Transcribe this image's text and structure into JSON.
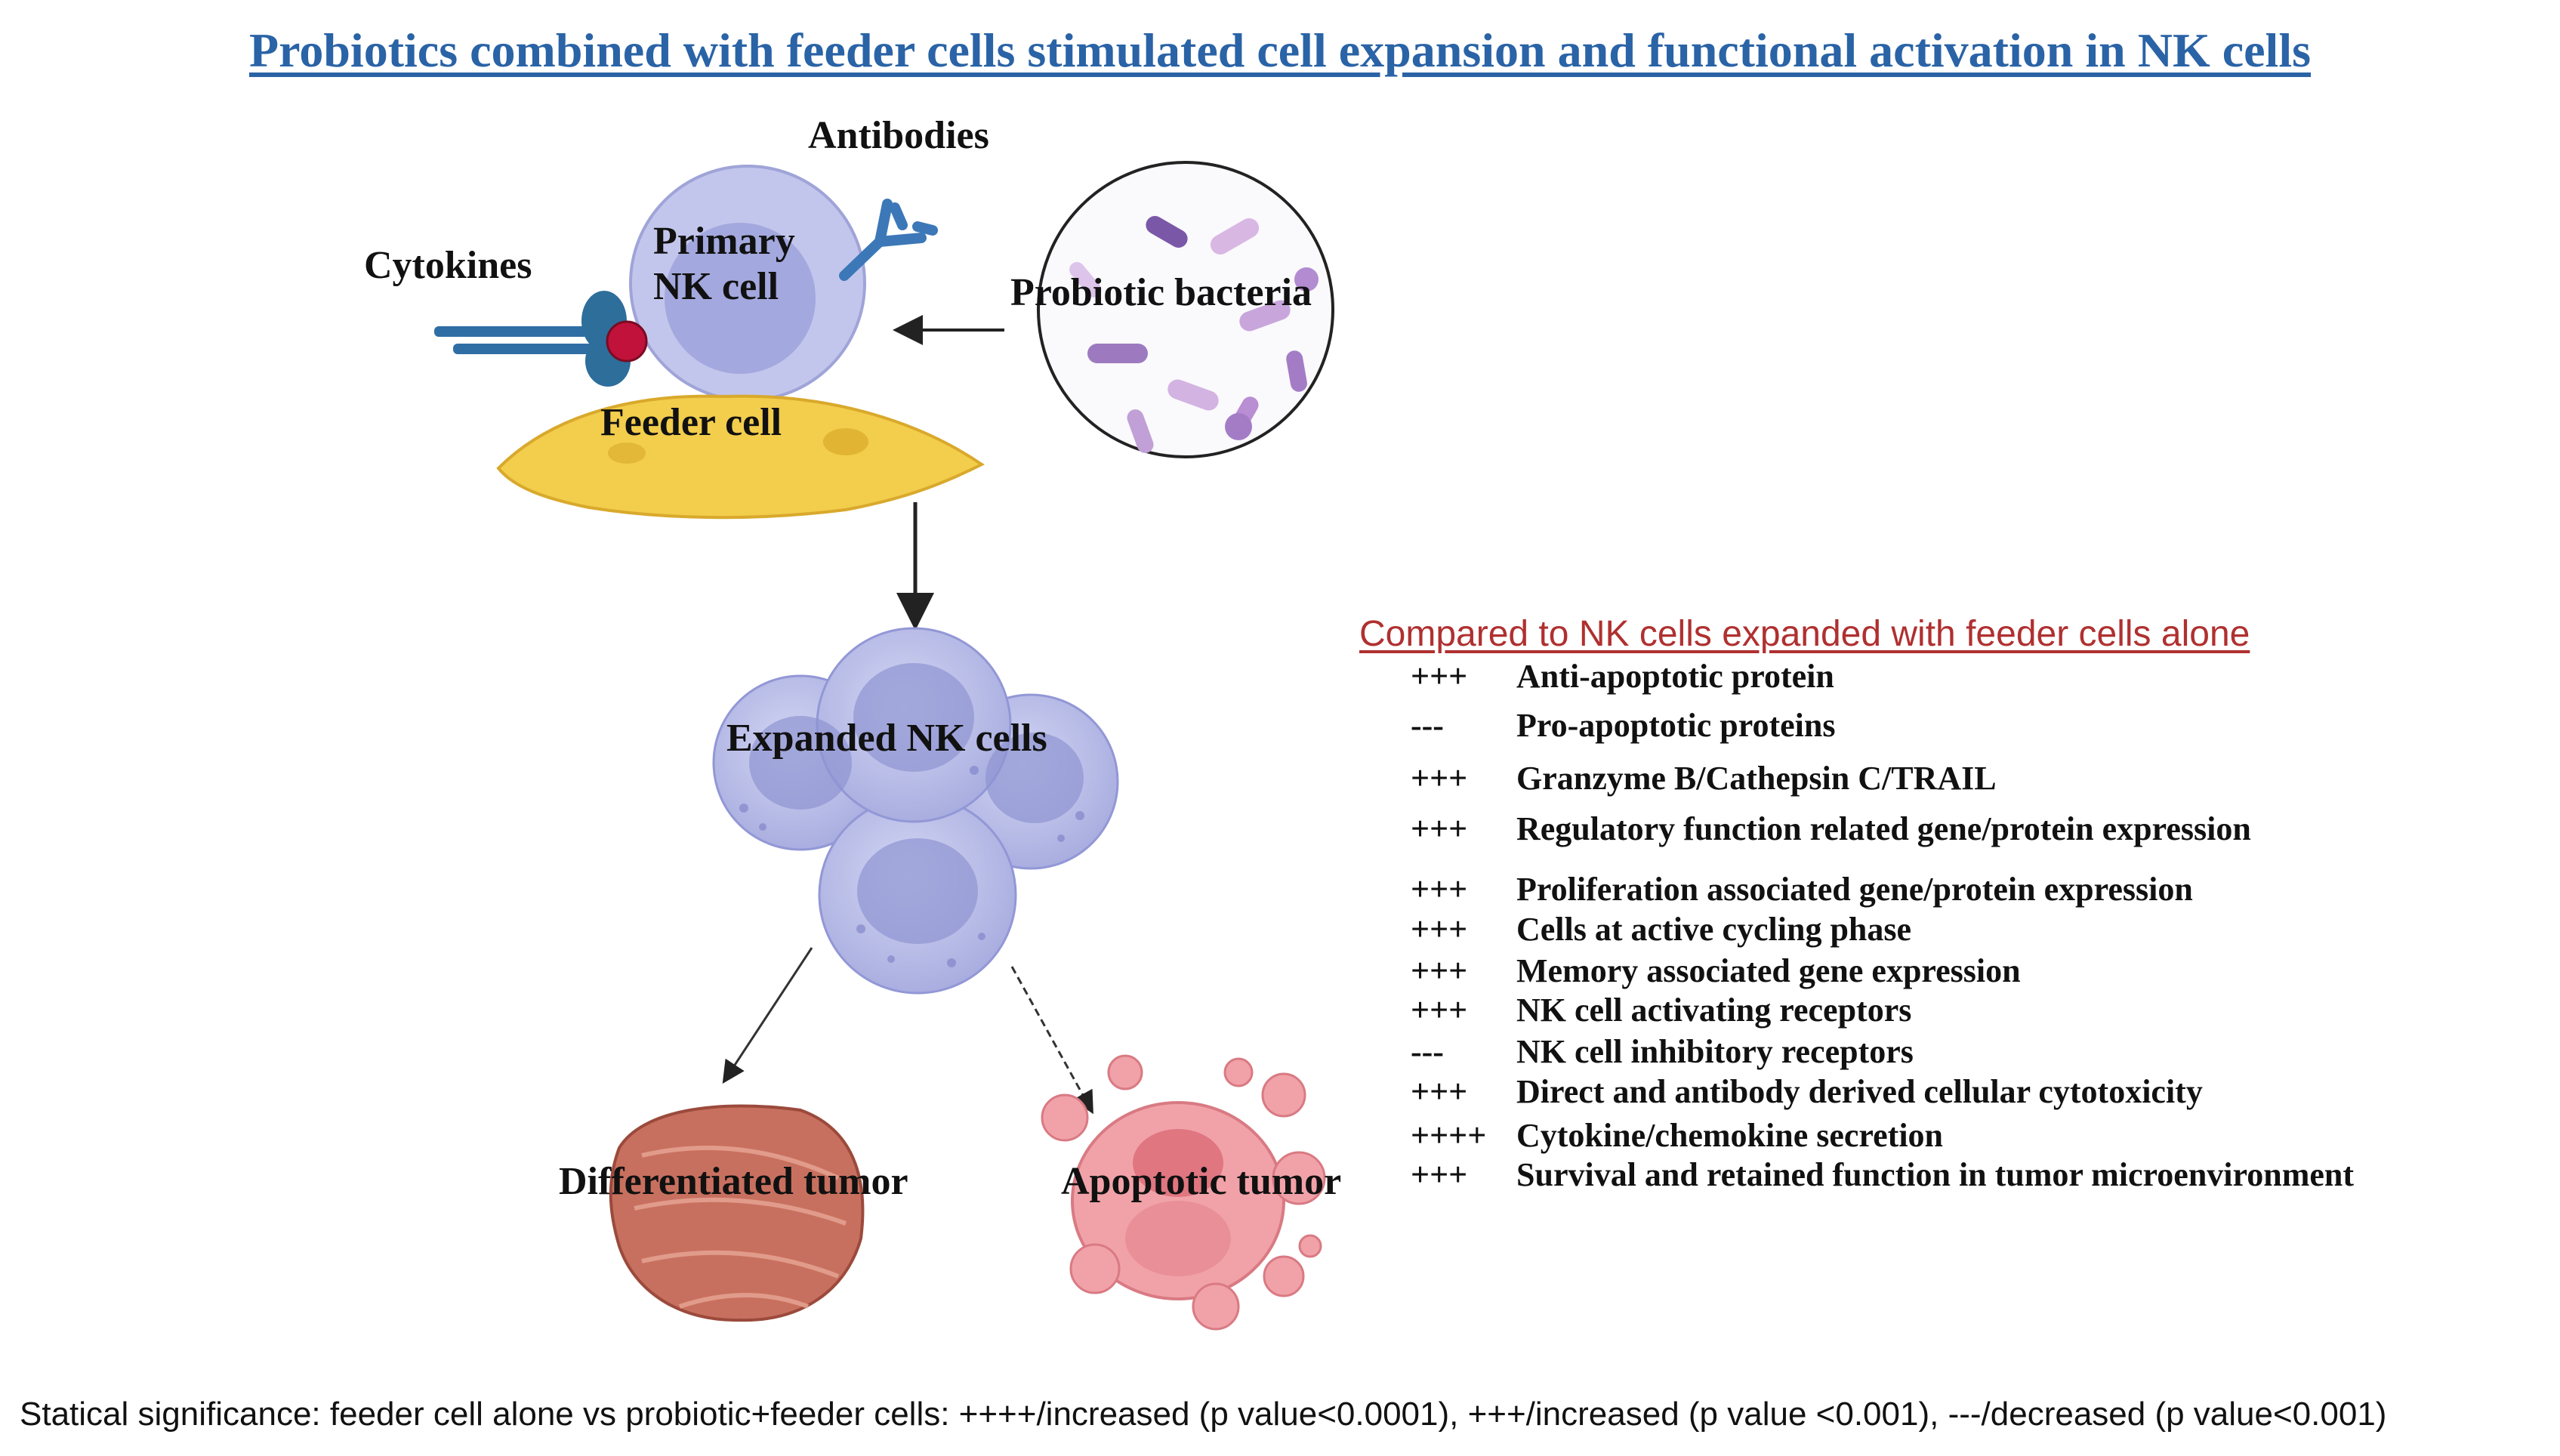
{
  "title": "Probiotics combined with feeder cells stimulated cell expansion and functional activation in NK cells",
  "labels": {
    "antibodies": "Antibodies",
    "cytokines": "Cytokines",
    "primary_nk_line1": "Primary",
    "primary_nk_line2": "NK cell",
    "probiotic": "Probiotic bacteria",
    "feeder": "Feeder cell",
    "expanded": "Expanded NK cells",
    "differentiated": "Differentiated tumor",
    "apoptotic": "Apoptotic tumor"
  },
  "comparison": {
    "heading": "Compared to NK cells expanded with feeder cells alone",
    "rows": [
      {
        "sig": "+++",
        "text": "Anti-apoptotic protein"
      },
      {
        "sig": "---",
        "text": "Pro-apoptotic proteins"
      },
      {
        "sig": "+++",
        "text": "Granzyme B/Cathepsin C/TRAIL"
      },
      {
        "sig": "+++",
        "text": "Regulatory function related gene/protein expression"
      },
      {
        "sig": "+++",
        "text": "Proliferation associated gene/protein expression"
      },
      {
        "sig": "+++",
        "text": "Cells at active cycling phase"
      },
      {
        "sig": "+++",
        "text": "Memory associated gene expression"
      },
      {
        "sig": "+++",
        "text": "NK cell activating receptors"
      },
      {
        "sig": "---",
        "text": "NK cell inhibitory receptors"
      },
      {
        "sig": "+++",
        "text": "Direct and antibody derived cellular cytotoxicity"
      },
      {
        "sig": "++++",
        "text": "Cytokine/chemokine secretion"
      },
      {
        "sig": "+++",
        "text": "Survival and retained function in tumor microenvironment"
      }
    ]
  },
  "footer": "Statical significance: feeder cell alone vs probiotic+feeder cells: ++++/increased (p value<0.0001), +++/increased (p value <0.001), ---/decreased (p value<0.001)",
  "colors": {
    "title": "#2a63a6",
    "heading": "#b03030",
    "nk_cell": "#b9bde6",
    "feeder": "#f3cd4c",
    "tumor_differentiated": "#c8705f",
    "tumor_apoptotic": "#f1a2a8"
  },
  "icons": [
    "antibody-icon",
    "cytokine-receptor-icon",
    "bacteria-circle-icon",
    "nk-cell-cluster-icon",
    "tumor-icon"
  ]
}
